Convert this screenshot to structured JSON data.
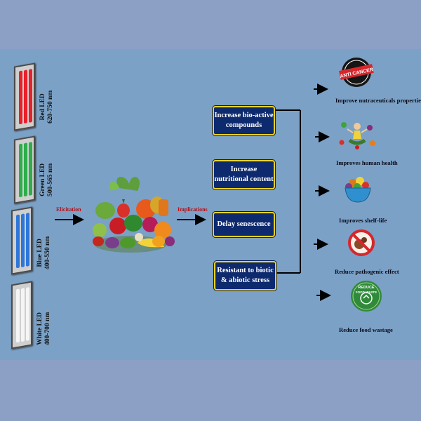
{
  "leds": [
    {
      "name": "Red LED",
      "range": "620-750 nm",
      "color": "#e8202a"
    },
    {
      "name": "Green LED",
      "range": "500-565 nm",
      "color": "#2cae4a"
    },
    {
      "name": "Blue LED",
      "range": "400-550 nm",
      "color": "#2e76d8"
    },
    {
      "name": "White LED",
      "range": "400-700 nm",
      "color": "#f2f2f2"
    }
  ],
  "labels": {
    "elicitation": "Elicitation",
    "implications": "Implications"
  },
  "effects": [
    {
      "line1": "Increase bio-active",
      "line2": "compounds"
    },
    {
      "line1": "Increase",
      "line2": "nutritional content"
    },
    {
      "line1": "Delay senescence",
      "line2": ""
    },
    {
      "line1": "Resistant to biotic",
      "line2": "& abiotic stress"
    }
  ],
  "outcomes": [
    {
      "text": "Improve nutraceuticals properties",
      "icon": "anti-cancer-icon",
      "badge": "ANTI CANCER"
    },
    {
      "text": "Improves human health",
      "icon": "human-health-icon"
    },
    {
      "text": "Improves shelf-life",
      "icon": "fruit-bowl-icon"
    },
    {
      "text": "Reduce pathogenic effect",
      "icon": "no-pathogen-icon"
    },
    {
      "text": "Reduce food wastage",
      "icon": "reduce-waste-icon",
      "badge_top": "REDUCE",
      "badge_bottom": "FOOD WASTE"
    }
  ],
  "colors": {
    "background": "#8c9fc4",
    "band": "#7ba1c6",
    "box": "#0e2a6e",
    "box_border": "#f2d21a",
    "label_red": "#b5121b"
  }
}
